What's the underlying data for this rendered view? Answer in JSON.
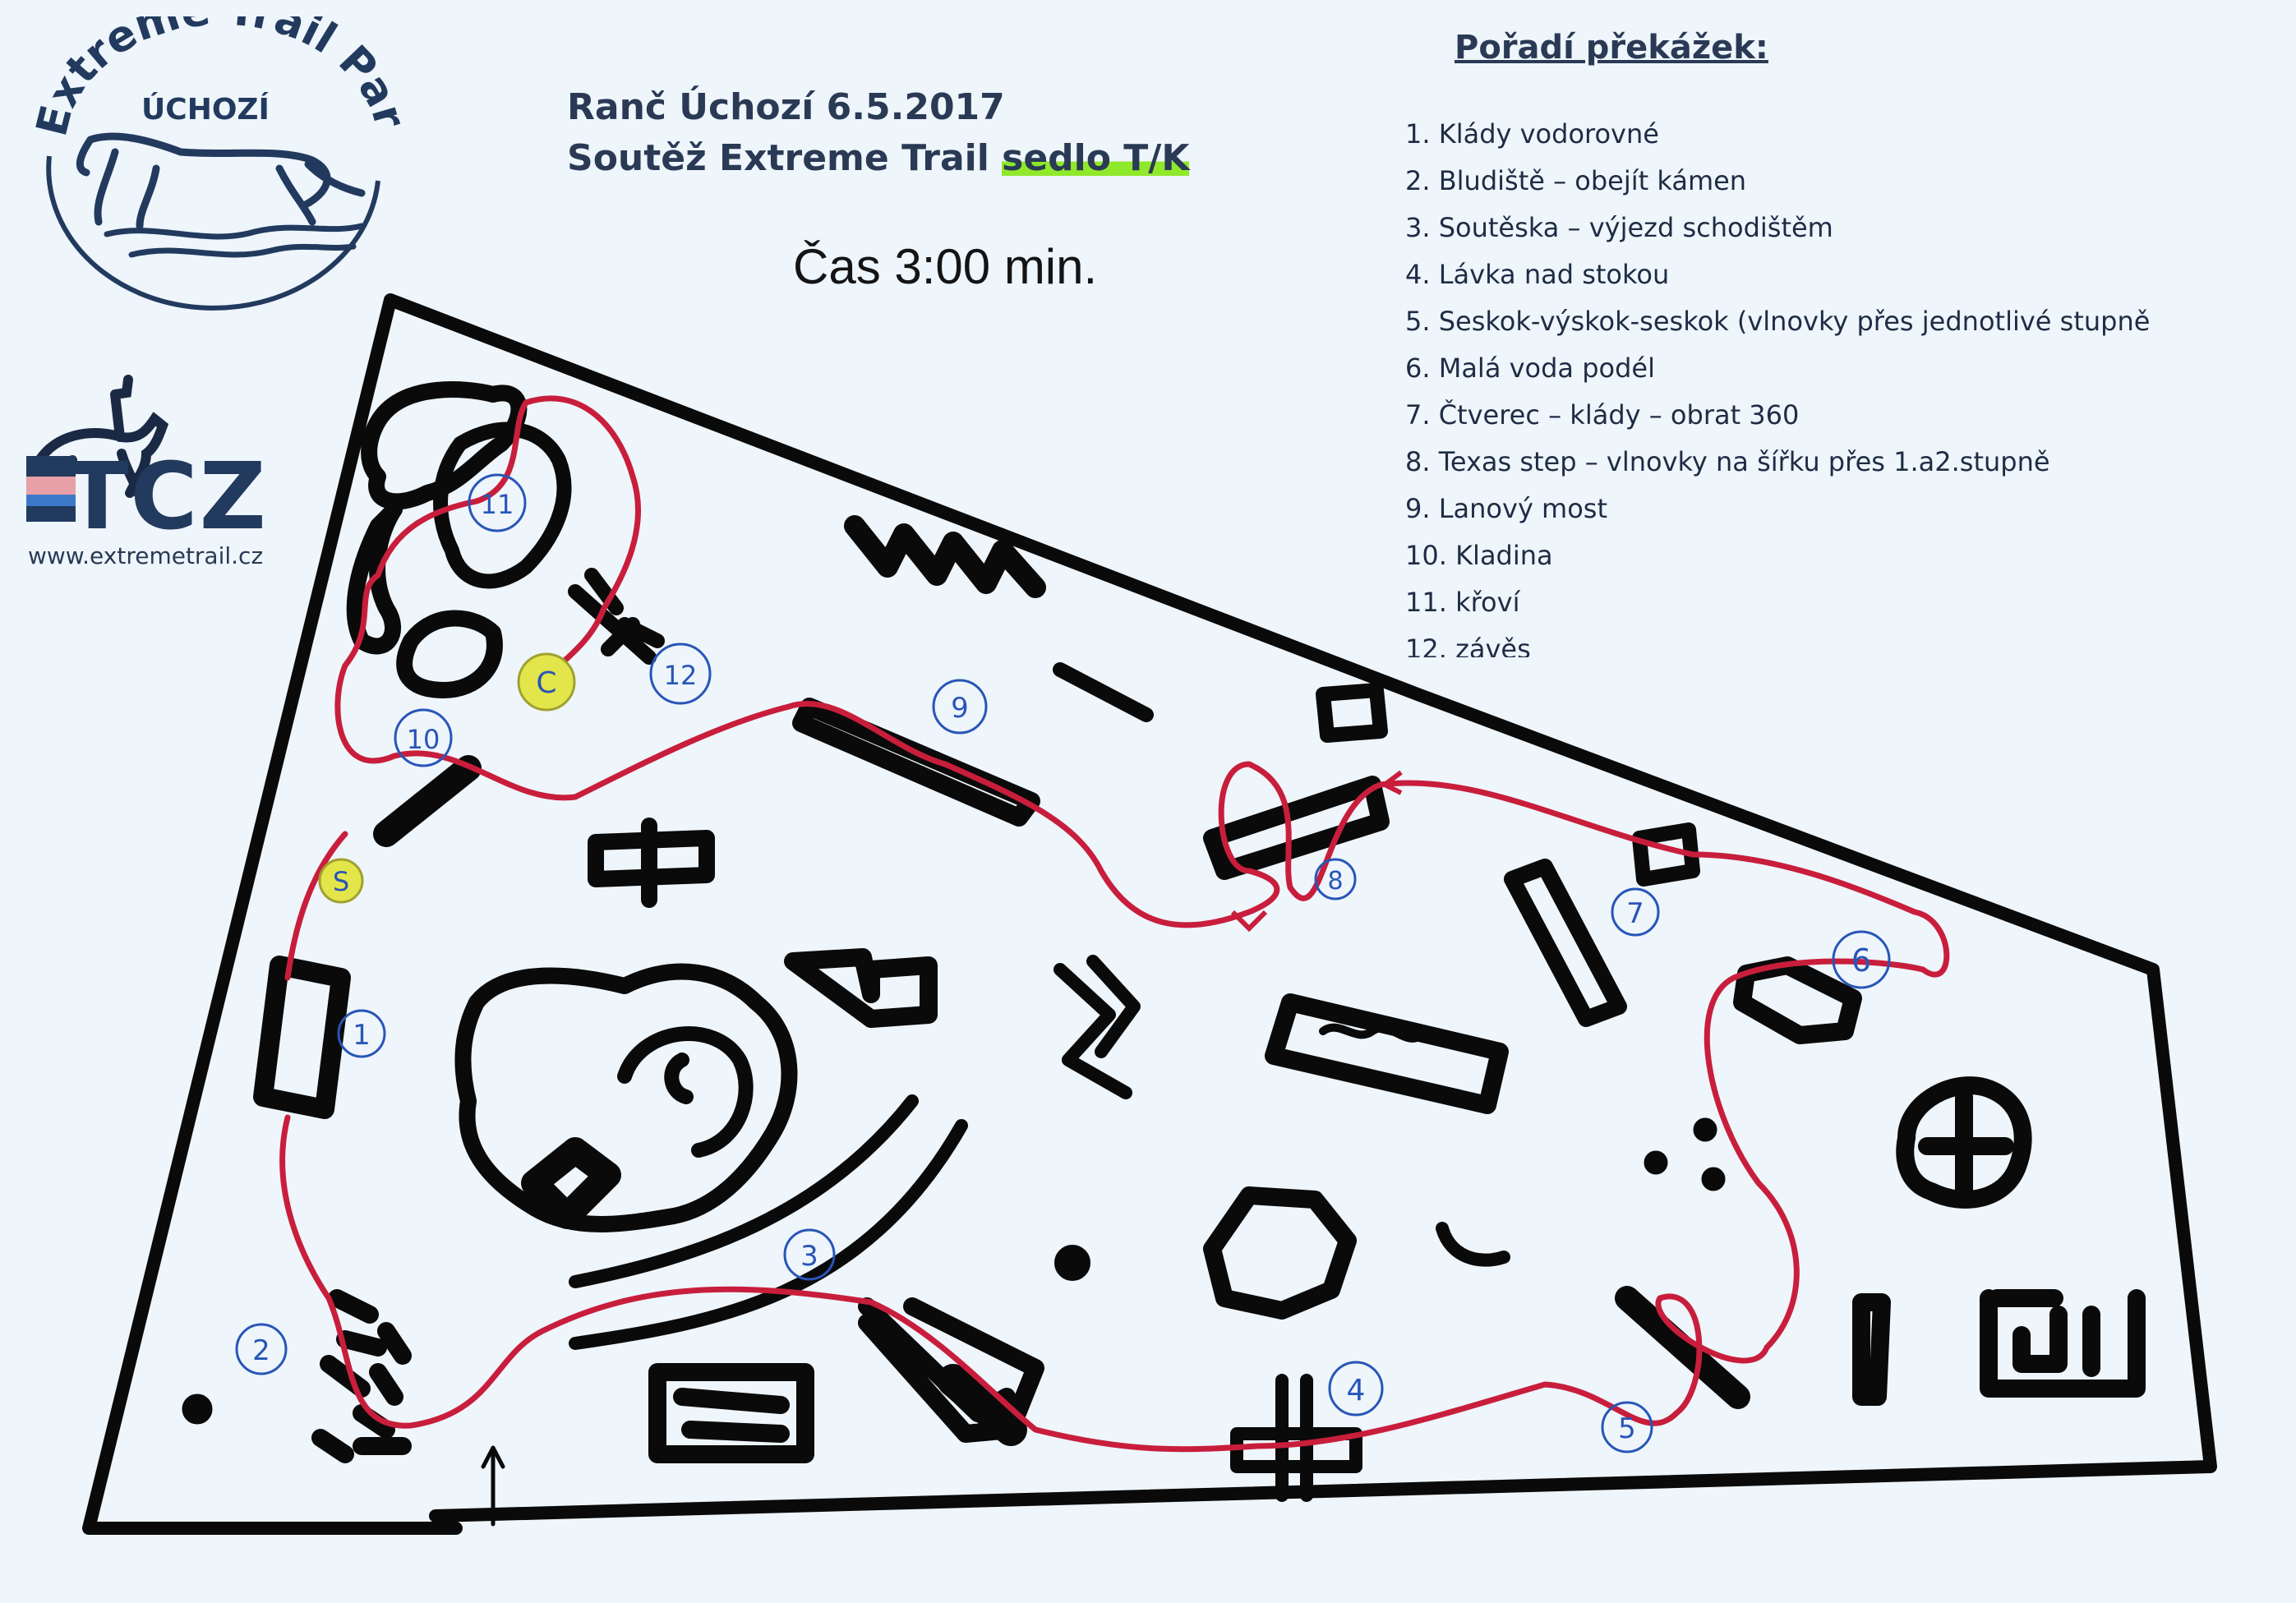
{
  "logo": {
    "park_name": "Extreme Trail Park",
    "location": "ÚCHOZÍ",
    "org_name": "TCZ",
    "org_icon": "horse-rider-icon",
    "website": "www.extremetrail.cz"
  },
  "header": {
    "line1": "Ranč Úchozí  6.5.2017",
    "line2_prefix": "Soutěž Extreme Trail ",
    "line2_highlight": "sedlo T/K",
    "time": "Čas  3:00 min."
  },
  "legend": {
    "title": "Pořadí překážek:",
    "items": [
      "1. Klády vodorovné",
      "2. Bludiště – obejít kámen",
      "3. Soutěska – výjezd schodištěm",
      "4. Lávka nad stokou",
      "5. Seskok-výskok-seskok (vlnovky přes jednotlivé stupně",
      "6. Malá voda podél",
      "7. Čtverec – klády – obrat 360",
      "8. Texas step – vlnovky na šířku přes 1.a2.stupně",
      "9. Lanový most",
      "10. Kladina",
      "11. křoví",
      "12. závěs"
    ]
  },
  "map": {
    "markers": [
      "1",
      "2",
      "3",
      "4",
      "5",
      "6",
      "7",
      "8",
      "9",
      "10",
      "11",
      "12"
    ],
    "start_marker": "S",
    "finish_marker": "C",
    "colors": {
      "route": "#c81e3c",
      "ink": "#0a0a0a",
      "marker_ink": "#2855b8",
      "highlight": "#e3e64a"
    }
  }
}
